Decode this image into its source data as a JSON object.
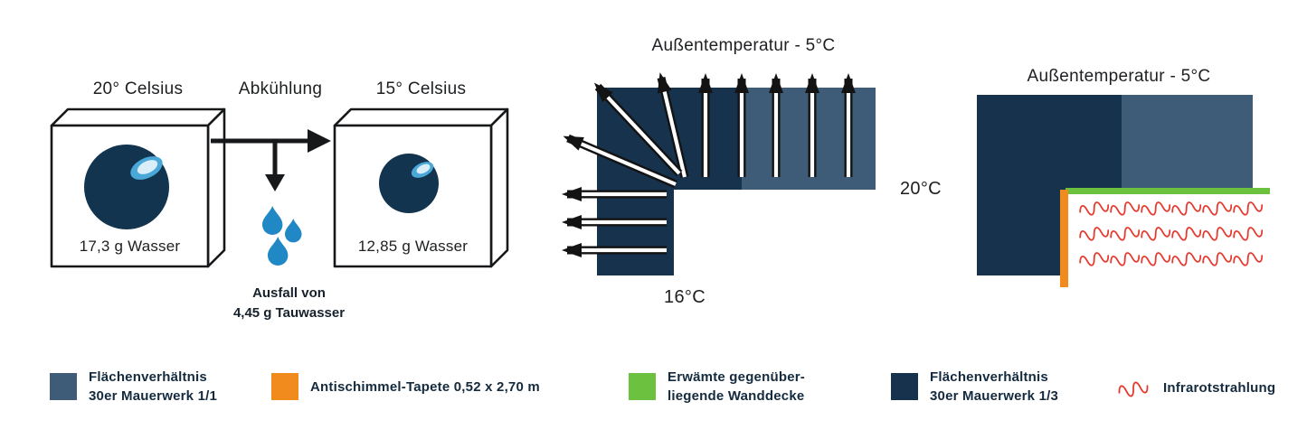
{
  "colors": {
    "dark_navy": "#16324c",
    "steel_blue": "#3e5c77",
    "orange": "#f28b1d",
    "green": "#6cc13f",
    "red": "#e63a2e",
    "drop_blue": "#1f88c5",
    "text_dark": "#1d1f21",
    "legend_text": "#142a3e"
  },
  "left": {
    "box1_temp": "20° Celsius",
    "arrow_label": "Abkühlung",
    "box2_temp": "15° Celsius",
    "box1_water": "17,3 g Wasser",
    "box2_water": "12,85 g Wasser",
    "condensate_line1": "Ausfall von",
    "condensate_line2": "4,45 g Tauwasser"
  },
  "middle": {
    "title": "Außentemperatur - 5°C",
    "room_temp": "20°C",
    "wall_temp": "16°C"
  },
  "right": {
    "title": "Außentemperatur - 5°C"
  },
  "legend": {
    "items": [
      {
        "line1": "Flächenverhältnis",
        "line2": "30er Mauerwerk 1/1"
      },
      {
        "line1": "Antischimmel-Tapete 0,52 x 2,70 m",
        "line2": ""
      },
      {
        "line1": "Erwämte gegenüber-",
        "line2": "liegende Wanddecke"
      },
      {
        "line1": "Flächenverhältnis",
        "line2": "30er Mauerwerk 1/3"
      },
      {
        "line1": "Infrarotstrahlung",
        "line2": ""
      }
    ]
  }
}
